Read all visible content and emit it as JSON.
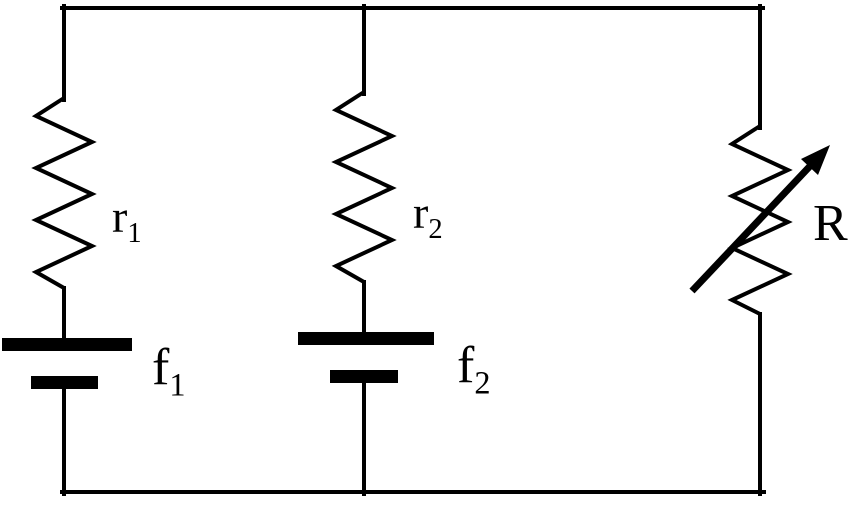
{
  "page": {
    "background": "#ffffff"
  },
  "diagram": {
    "kind": "circuit-diagram",
    "ink": "#000000",
    "labels": {
      "r1": {
        "base": "r",
        "sub": "1"
      },
      "r2": {
        "base": "r",
        "sub": "2"
      },
      "f1": {
        "base": "f",
        "sub": "1"
      },
      "f2": {
        "base": "f",
        "sub": "2"
      },
      "R": {
        "base": "R",
        "sub": ""
      }
    },
    "components": {
      "left_branch": [
        "resistor-r1",
        "cell-f1"
      ],
      "middle_branch": [
        "resistor-r2",
        "cell-f2"
      ],
      "right_branch": [
        "variable-resistor-R"
      ]
    }
  }
}
